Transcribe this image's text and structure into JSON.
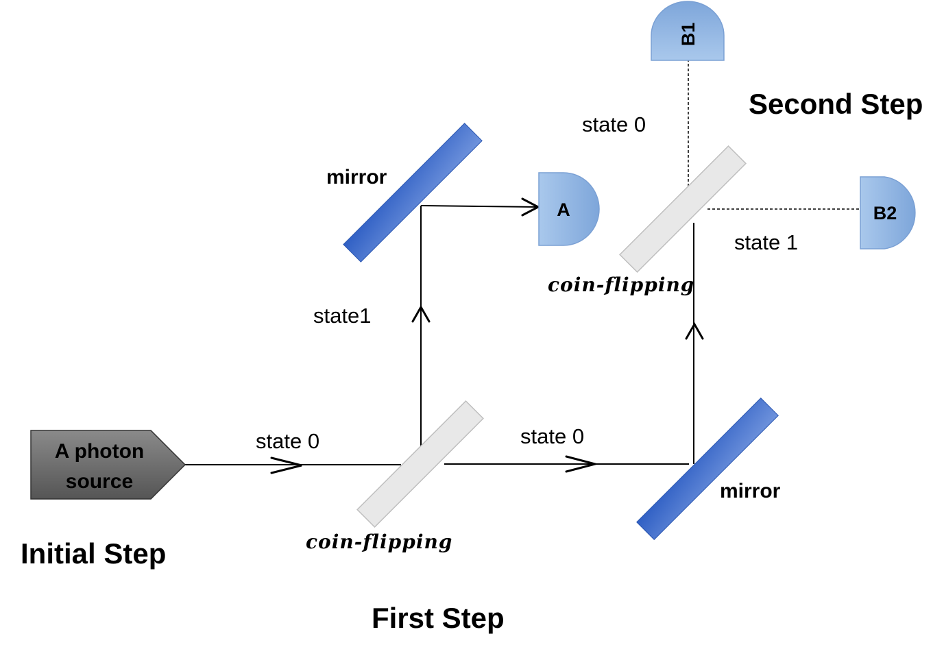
{
  "source": {
    "label_line1": "A photon",
    "label_line2": "source"
  },
  "steps": {
    "initial": "Initial Step",
    "first": "First Step",
    "second": "Second Step"
  },
  "labels": {
    "state0_input": "state 0",
    "state0_first": "state 0",
    "state1_first": "state1",
    "state0_second": "state 0",
    "state1_second": "state 1"
  },
  "optics": {
    "mirror_top": "mirror",
    "mirror_bottom": "mirror",
    "coin_first": "coin-flipping",
    "coin_second": "coin-flipping"
  },
  "detectors": {
    "a": "A",
    "b1": "B1",
    "b2": "B2"
  },
  "colors": {
    "mirror": "#3f6fcf",
    "splitter": "#e6e6e6",
    "detector": "#9dbfe8",
    "source": "#6e6e6e"
  }
}
